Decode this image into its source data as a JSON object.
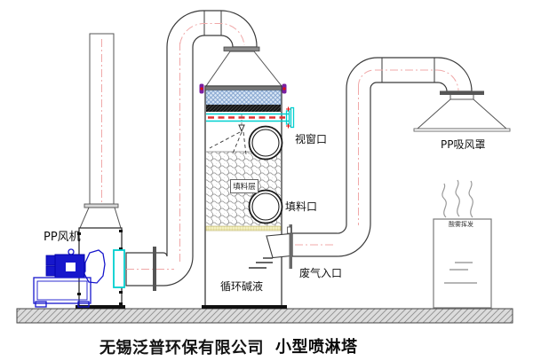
{
  "diagram": {
    "title_block": {
      "company": "无锡泛普环保有限公司",
      "product": "小型喷淋塔"
    },
    "labels": {
      "fan": "PP风机",
      "viewport": "视窗口",
      "packing_layer": "填料层",
      "packing_port": "填料口",
      "gas_inlet": "废气入口",
      "circulating_liquid": "循环碱液",
      "suction_hood": "PP吸风罩",
      "acid_mist": "酸雾挥发"
    },
    "colors": {
      "line": "#3a3a3a",
      "motor_blue": "#1717cc",
      "flex_cyan": "#00d0d0",
      "spray_red": "#e03030",
      "centerline_pink": "#f0a8a8",
      "mesh_blue": "#d6e4f4",
      "mesh_grid": "#6f93c4",
      "packing_gray": "#8a8a8a",
      "yellow_band": "#f4f0c2",
      "ground_gray": "#dcdcdc",
      "bolt_purple": "#7a1fa0"
    }
  }
}
